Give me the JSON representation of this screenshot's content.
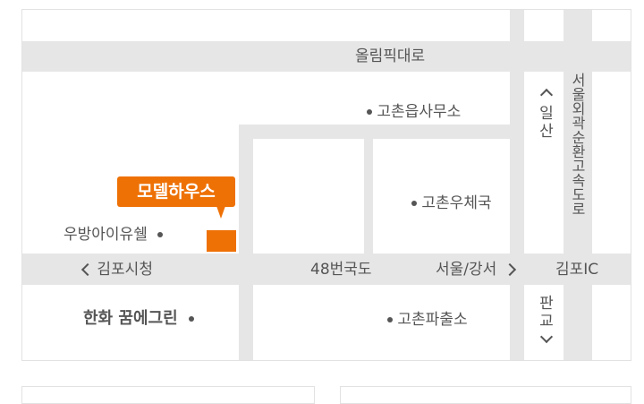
{
  "map": {
    "roads": {
      "top": "올림픽대로",
      "middle_west": "김포시청",
      "middle_center": "48번국도",
      "middle_east": "서울/강서",
      "middle_far_east": "김포IC",
      "vertical_up": [
        "일",
        "산"
      ],
      "vertical_down": [
        "판",
        "교"
      ],
      "highway": "서울외곽순환고속도로"
    },
    "landmarks": {
      "gochon_office": "고촌읍사무소",
      "gochon_post": "고촌우체국",
      "woobang": "우방아이유쉘",
      "hanwha": "한화 꿈에그린",
      "gochon_police": "고촌파출소"
    },
    "callout": "모델하우스"
  },
  "colors": {
    "accent": "#ee7106",
    "road": "#e6e6e6",
    "text": "#555555"
  }
}
